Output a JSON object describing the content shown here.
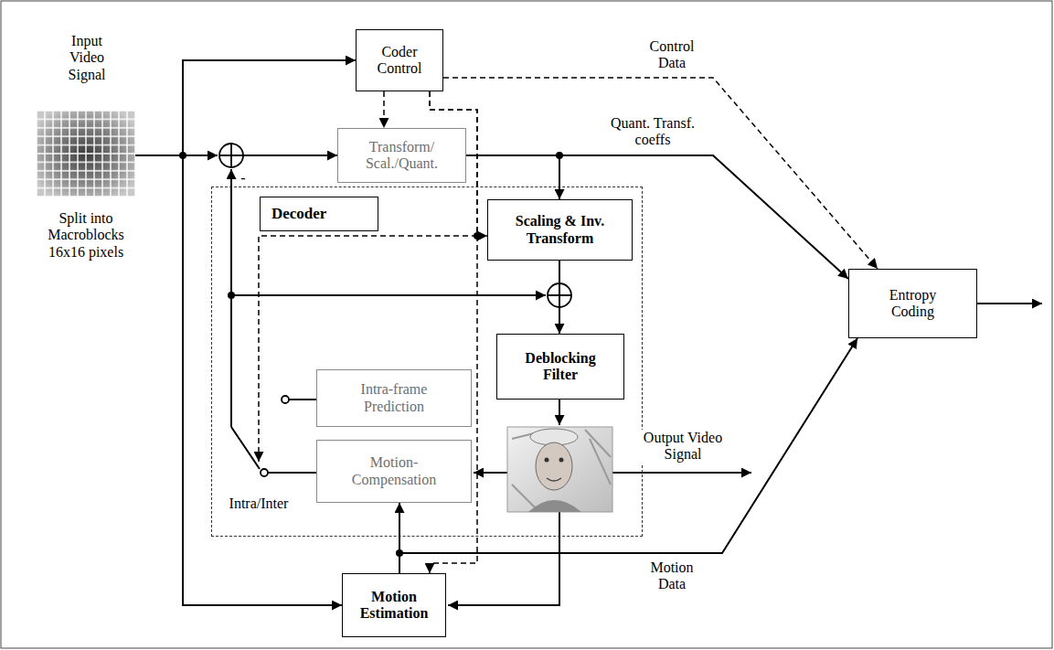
{
  "diagram": {
    "nodes": [
      {
        "text": [
          "Coder Control"
        ]
      },
      {
        "text": [
          "Transform/ Scal./Quant."
        ]
      },
      {
        "text": [
          "Decoder"
        ]
      },
      {
        "text": [
          "Scaling & Inv. Transform"
        ],
        "in": 2
      },
      {
        "text": [
          "Deblocking Filter"
        ],
        "in": 2
      },
      {
        "text": [
          "Intra-frame Prediction"
        ],
        "in": 2
      },
      {
        "text": [
          "Motion- Compensation"
        ],
        "in": 2
      },
      {
        "text": [
          "Motion Estimation"
        ]
      },
      {
        "text": [
          "Entropy Coding"
        ]
      }
    ],
    "edges": [
      {
        "from": 0,
        "to": 1,
        "arrow": "to"
      },
      {
        "from": 0,
        "to": 3,
        "arrow": "to"
      },
      {
        "from": 0,
        "to": 7,
        "arrow": "to"
      },
      {
        "from": 0,
        "to": 8,
        "label": "Control Data",
        "arrow": "to"
      },
      {
        "from": 1,
        "to": 3,
        "arrow": "to"
      },
      {
        "from": 1,
        "to": 8,
        "label": "Quant. Transf. coeffs",
        "arrow": "to"
      },
      {
        "from": 3,
        "to": 4,
        "arrow": "to"
      },
      {
        "from": 7,
        "to": 6,
        "arrow": "to"
      },
      {
        "from": 7,
        "to": 8,
        "label": "Motion Data",
        "arrow": "to"
      }
    ],
    "labels": [
      "Input Video Signal",
      "Split into Macroblocks 16x16 pixels",
      "-",
      "Intra/Inter",
      "Output Video Signal"
    ]
  }
}
